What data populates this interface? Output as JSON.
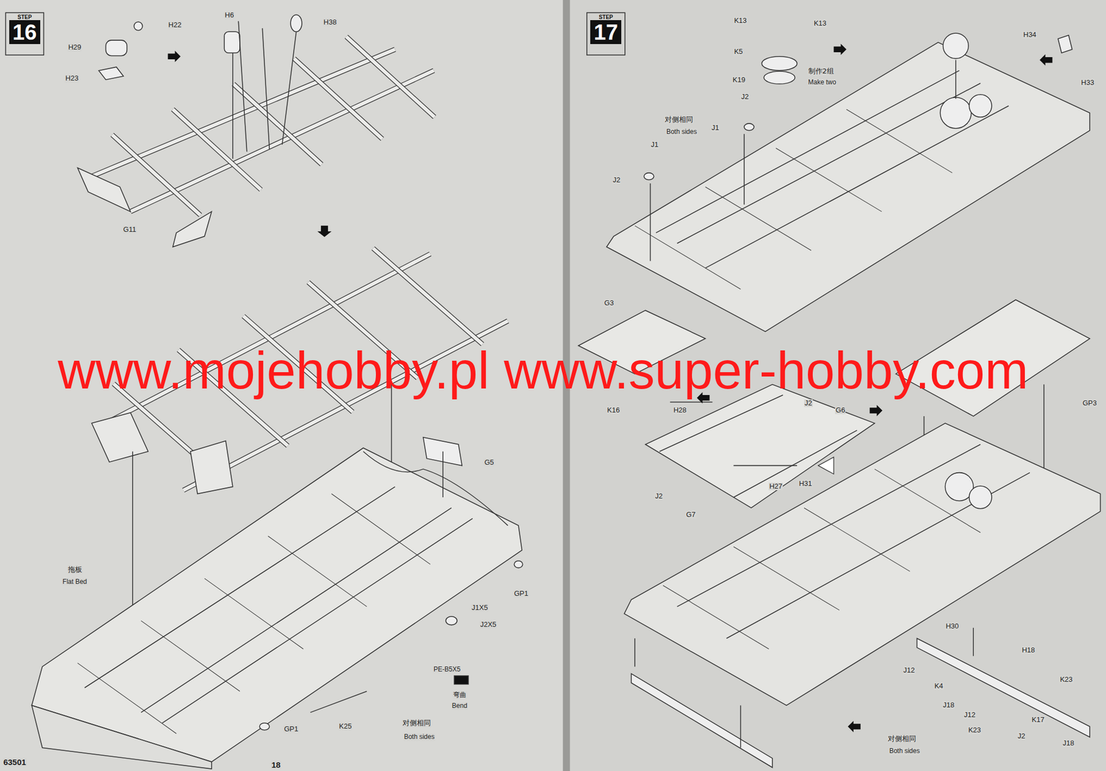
{
  "diagram": {
    "nodes": [
      {
        "text": [
          "STEP",
          "16"
        ]
      },
      {
        "text": [
          "STEP",
          "17"
        ]
      }
    ],
    "labels": [
      "H22",
      "H6",
      "H38",
      "H29",
      "H23",
      "G11",
      "G5",
      "拖板",
      "Flat Bed",
      "GP1",
      "J1X5",
      "J2X5",
      "PE-B5X5",
      "弯曲",
      "Bend",
      "K25",
      "GP1",
      "对侧相同",
      "Both sides",
      "63501",
      "18",
      "K13",
      "K13",
      "K5",
      "K19",
      "制作2组",
      "Make two",
      "H34",
      "H33",
      "J2",
      "J1",
      "对侧相同",
      "Both sides",
      "J1",
      "J2",
      "G3",
      "K16",
      "H28",
      "J2",
      "G6",
      "GP3",
      "J2",
      "G7",
      "H27",
      "H31",
      "H30",
      "J12",
      "K4",
      "J18",
      "J12",
      "K23",
      "H18",
      "K23",
      "K17",
      "J18",
      "J2",
      "对侧相同",
      "Both sides",
      "www.mojehobby.pl www.super-hobby.com"
    ]
  }
}
